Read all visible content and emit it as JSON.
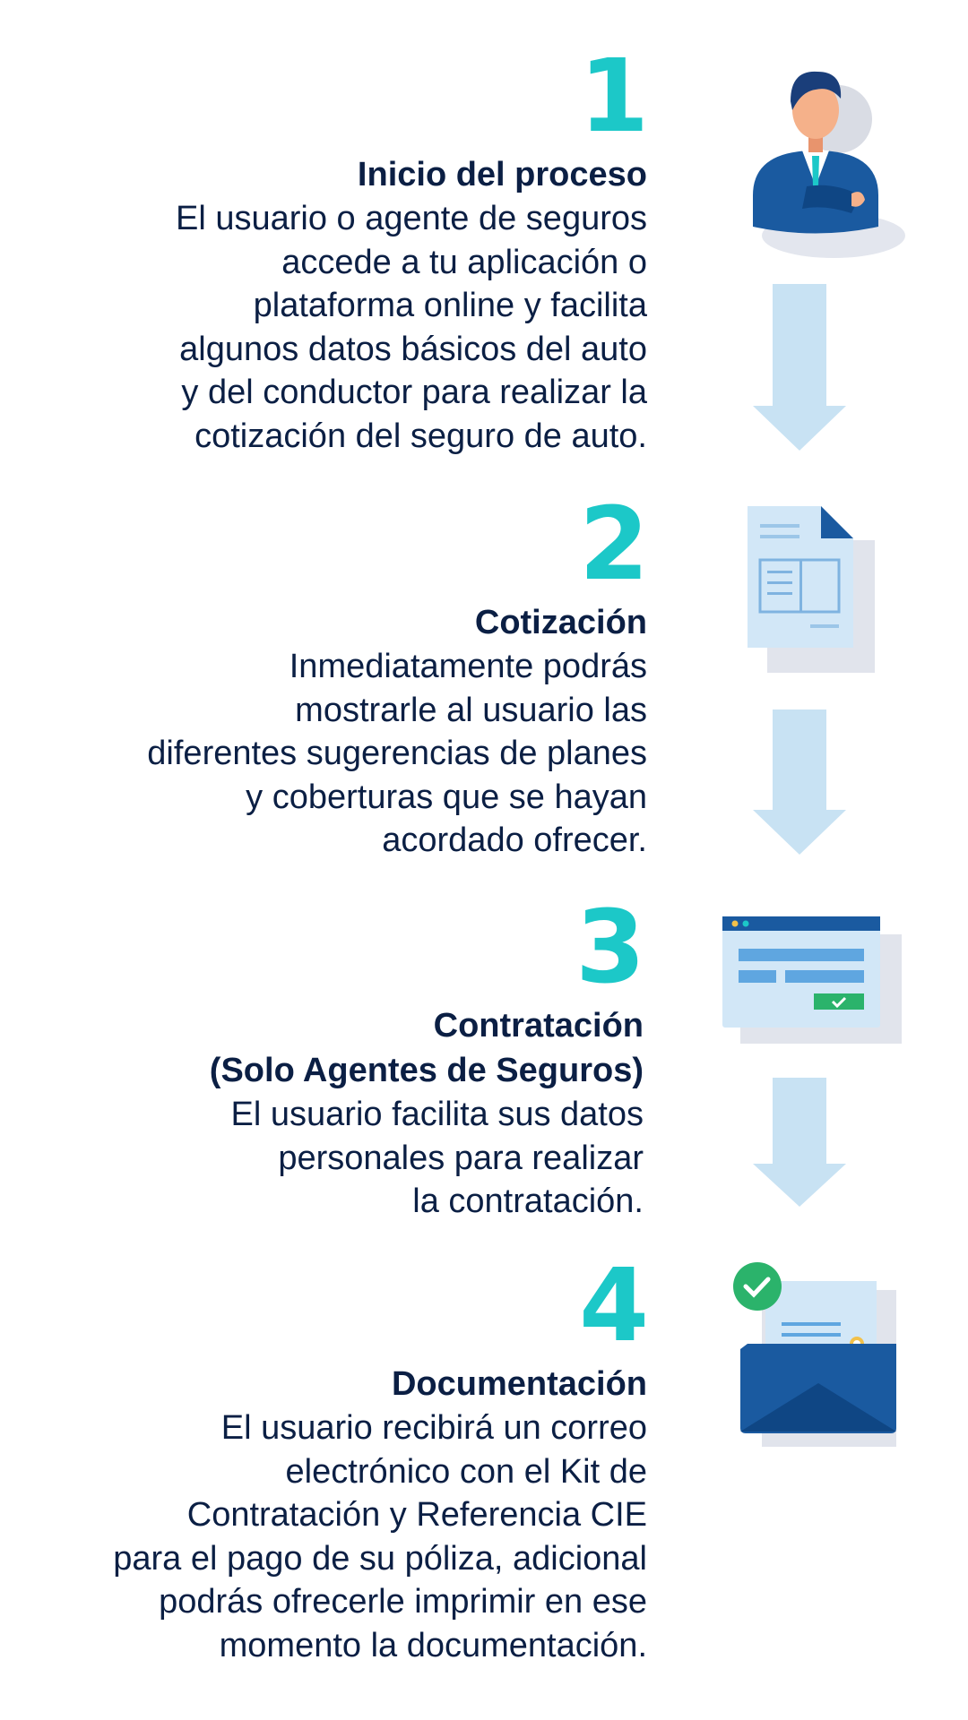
{
  "steps": [
    {
      "number": "1",
      "title": "Inicio del proceso",
      "description": "El usuario o agente de seguros\naccede a tu aplicación o\nplataforma online y facilita\nalgunos datos básicos del auto\ny del conductor para realizar la\ncotización del seguro de auto.",
      "icon": "agent-icon"
    },
    {
      "number": "2",
      "title": "Cotización",
      "description": "Inmediatamente podrás\nmostrarle al usuario las\ndiferentes sugerencias de planes\ny coberturas que se hayan\nacordado ofrecer.",
      "icon": "document-icon"
    },
    {
      "number": "3",
      "title": "Contratación\n(Solo Agentes de Seguros)",
      "description": "El usuario facilita sus datos\npersonales para realizar\nla contratación.",
      "icon": "form-window-icon"
    },
    {
      "number": "4",
      "title": "Documentación",
      "description": "El usuario recibirá un correo\nelectrónico con el Kit de\nContratación y Referencia CIE\npara el pago de su póliza, adicional\npodrás ofrecerle imprimir en ese\nmomento la documentación.",
      "icon": "envelope-check-icon"
    }
  ],
  "colors": {
    "number": "#1cc8c8",
    "text": "#0b1f44",
    "arrow": "#c8e2f3",
    "navy": "#1a5aa0",
    "green": "#2bb36b"
  }
}
